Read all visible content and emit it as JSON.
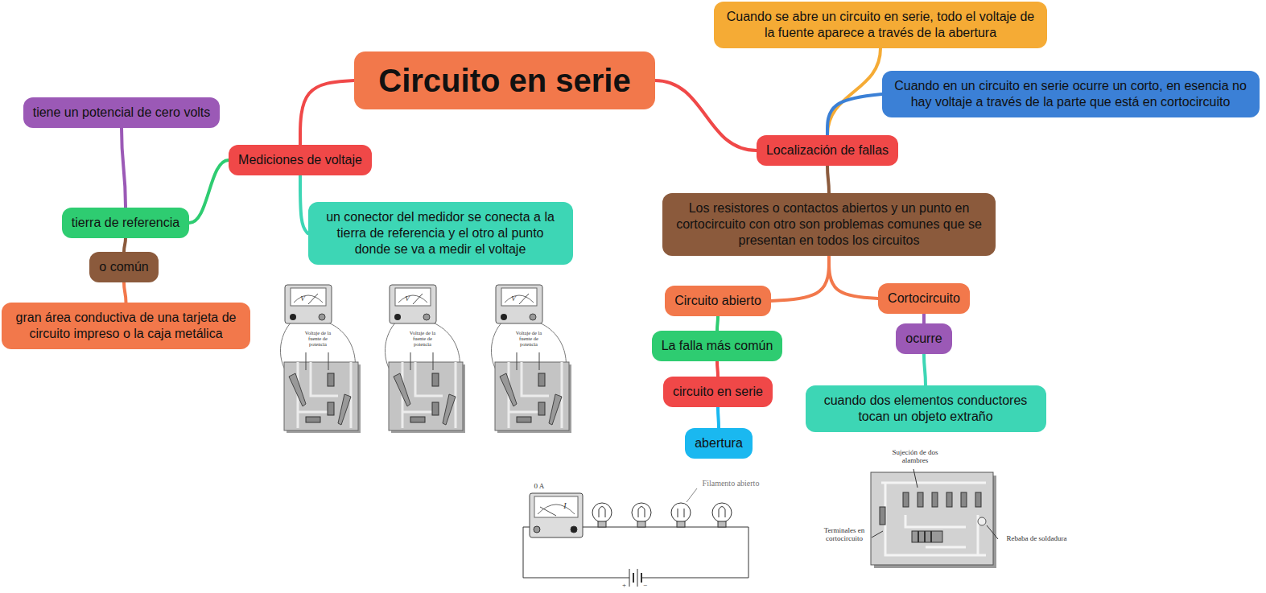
{
  "diagram": {
    "nodes": [
      {
        "text": [
          "Circuito en serie"
        ]
      },
      {
        "text": [
          "Mediciones de voltaje"
        ]
      },
      {
        "text": [
          "tiene un potencial de cero volts"
        ]
      },
      {
        "text": [
          "tierra de referencia"
        ]
      },
      {
        "text": [
          "o común"
        ]
      },
      {
        "text": [
          "gran área conductiva de una tarjeta de circuito impreso o la caja metálica"
        ]
      },
      {
        "text": [
          "un conector del medidor se conecta a la tierra de referencia y el otro al punto donde se va a medir el voltaje"
        ]
      },
      {
        "text": [
          "Localización de fallas"
        ]
      },
      {
        "text": [
          "Cuando se abre un circuito en serie, todo el voltaje de la fuente aparece a través de la abertura"
        ]
      },
      {
        "text": [
          "Cuando en un circuito en serie ocurre un corto, en esencia no hay voltaje a través de la parte que está en cortocircuito"
        ]
      },
      {
        "text": [
          "Los resistores o contactos abiertos y un punto en cortocircuito con otro son problemas comunes que se presentan en todos los circuitos"
        ]
      },
      {
        "text": [
          "Circuito abierto"
        ]
      },
      {
        "text": [
          "La falla más común"
        ]
      },
      {
        "text": [
          "circuito en serie"
        ]
      },
      {
        "text": [
          "abertura"
        ]
      },
      {
        "text": [
          "Cortocircuito"
        ]
      },
      {
        "text": [
          "ocurre"
        ]
      },
      {
        "text": [
          "cuando dos elementos conductores tocan un objeto extraño"
        ]
      }
    ],
    "edges": [
      {
        "from": 0,
        "to": 1,
        "arrow": "none"
      },
      {
        "from": 1,
        "to": 3,
        "arrow": "none"
      },
      {
        "from": 3,
        "to": 2,
        "arrow": "none"
      },
      {
        "from": 3,
        "to": 4,
        "arrow": "none"
      },
      {
        "from": 4,
        "to": 5,
        "arrow": "none"
      },
      {
        "from": 1,
        "to": 6,
        "arrow": "none"
      },
      {
        "from": 0,
        "to": 7,
        "arrow": "none"
      },
      {
        "from": 7,
        "to": 8,
        "arrow": "none"
      },
      {
        "from": 7,
        "to": 9,
        "arrow": "none"
      },
      {
        "from": 7,
        "to": 10,
        "arrow": "none"
      },
      {
        "from": 10,
        "to": 11,
        "arrow": "none"
      },
      {
        "from": 10,
        "to": 15,
        "arrow": "none"
      },
      {
        "from": 11,
        "to": 12,
        "arrow": "none"
      },
      {
        "from": 12,
        "to": 13,
        "arrow": "none"
      },
      {
        "from": 13,
        "to": 14,
        "arrow": "none"
      },
      {
        "from": 15,
        "to": 16,
        "arrow": "none"
      },
      {
        "from": 16,
        "to": 17,
        "arrow": "none"
      }
    ],
    "labels": [
      "V",
      "V",
      "V",
      "Voltaje de la fuente de potencia",
      "Voltaje de la fuente de potencia",
      "Voltaje de la fuente de potencia",
      "Sujeción de dos alambres",
      "0 A",
      "Filamento abierto",
      "I",
      "Terminales en cortocircuito",
      "Rebaba de soldadura",
      "+",
      "−"
    ]
  }
}
